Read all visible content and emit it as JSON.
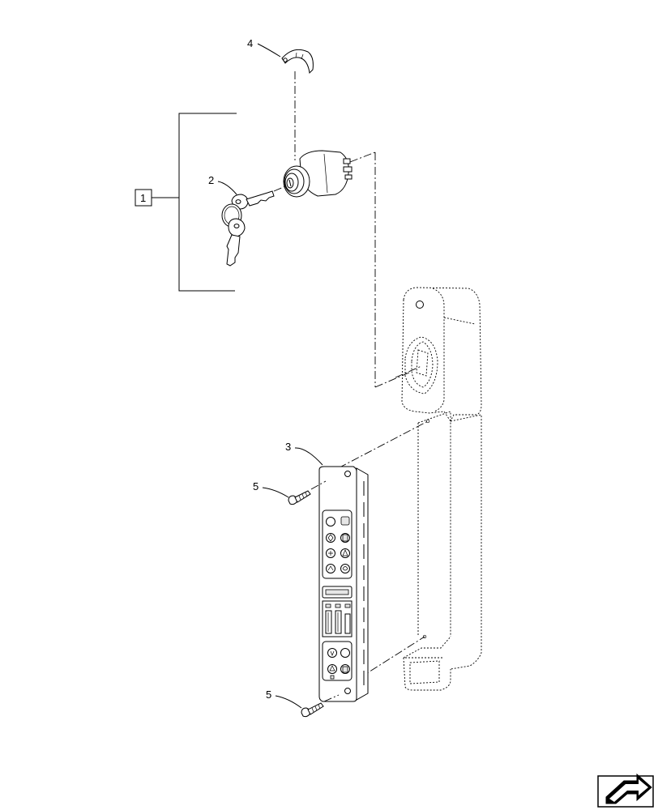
{
  "callouts": {
    "c1": "1",
    "c2": "2",
    "c3": "3",
    "c4": "4",
    "c5a": "5",
    "c5b": "5"
  },
  "icons": {
    "nav": "arrow-into-box-icon"
  },
  "colors": {
    "line": "#000000",
    "background": "#ffffff",
    "fill_grey": "#e6e6e6"
  }
}
